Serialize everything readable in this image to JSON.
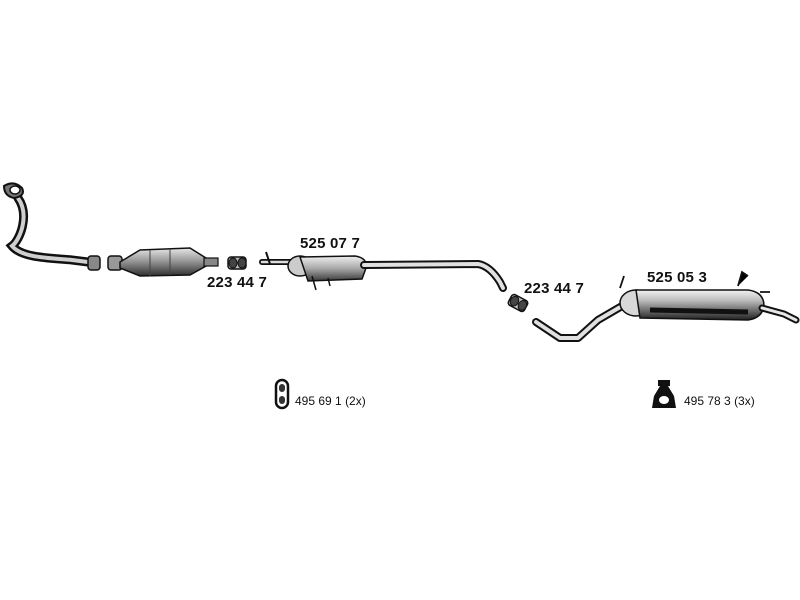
{
  "parts": {
    "connector_1": "223 44 7",
    "middle_silencer": "525 07 7",
    "connector_2": "223 44 7",
    "rear_silencer": "525 05 3",
    "hanger_clip": "495 69 1",
    "hanger_clip_qty": "(2x)",
    "rubber_mount": "495 78 3",
    "rubber_mount_qty": "(3x)"
  },
  "icons": [
    "front-pipe-icon",
    "catalytic-converter-icon",
    "pipe-connector-icon",
    "middle-silencer-icon",
    "rear-silencer-icon",
    "hanger-clip-icon",
    "rubber-mount-icon"
  ],
  "colors": {
    "ink": "#111111",
    "shade": "#555555",
    "light": "#bdbdbd"
  }
}
